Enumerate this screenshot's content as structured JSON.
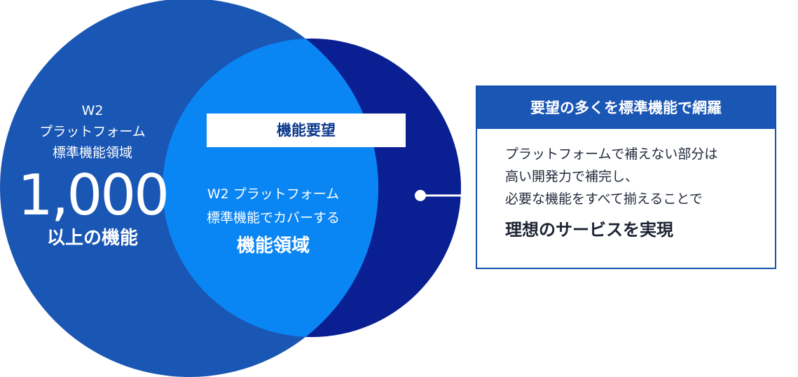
{
  "colors": {
    "outer_circle": "#1a56b4",
    "right_circle": "#0a1f92",
    "overlap": "#0a86f4",
    "callout_border": "#1451ad",
    "callout_header": "#1a56b4"
  },
  "left_circle": {
    "line1": "W2",
    "line2": "プラットフォーム",
    "line3": "標準機能領域",
    "count": "1,000",
    "suffix": "以上の機能"
  },
  "overlap": {
    "label": "機能要望",
    "line1": "W2 プラットフォーム",
    "line2": "標準機能でカバーする",
    "emphasis": "機能領域"
  },
  "callout": {
    "title": "要望の多くを標準機能で網羅",
    "lines": [
      "プラットフォームで補えない部分は",
      "高い開発力で補完し、",
      "必要な機能をすべて揃えることで"
    ],
    "emphasis": "理想のサービスを実現"
  }
}
